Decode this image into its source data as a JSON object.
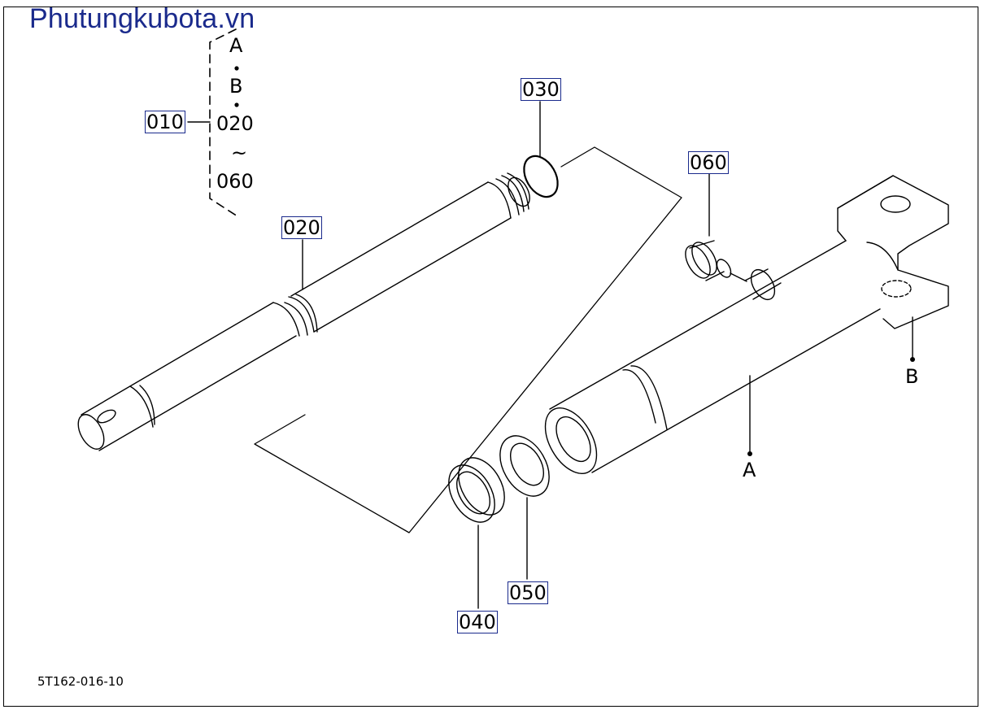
{
  "watermark": "Phutungkubota.vn",
  "figure_code": "5T162-016-10",
  "callouts": {
    "p010": "010",
    "p020": "020",
    "p030": "030",
    "p040": "040",
    "p050": "050",
    "p060": "060"
  },
  "bracket_list": {
    "item_a": "A",
    "item_b": "B",
    "item_020": "020",
    "tilde": "~",
    "item_060": "060"
  },
  "ref_points": {
    "a": "A",
    "b": "B"
  },
  "colors": {
    "watermark": "#1a2a8c",
    "callout_border": "#1a2a8c",
    "line": "#000000"
  }
}
